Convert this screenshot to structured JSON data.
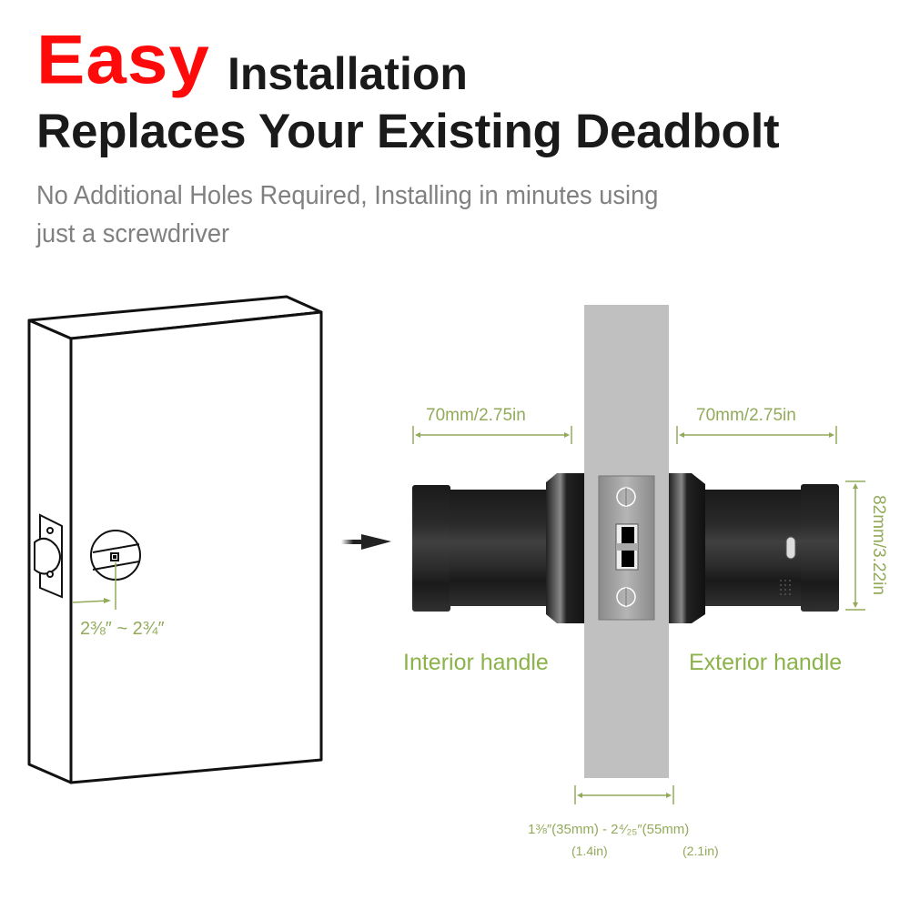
{
  "heading": {
    "highlight": "Easy",
    "title_rest": "Installation",
    "line2": "Replaces Your Existing Deadbolt"
  },
  "subtitle": {
    "line1": "No Additional Holes Required, Installing in minutes using",
    "line2": "just a screwdriver"
  },
  "door_diagram": {
    "backset_label": "2⅜″ ~ 2¾″"
  },
  "lock_diagram": {
    "interior_width_label": "70mm/2.75in",
    "exterior_width_label": "70mm/2.75in",
    "height_label": "82mm/3.22in",
    "interior_label": "Interior handle",
    "exterior_label": "Exterior handle",
    "door_thickness_line1": "1⅜″(35mm) - 2⁴⁄₂₅″(55mm)",
    "door_thickness_min_in": "(1.4in)",
    "door_thickness_max_in": "(2.1in)"
  },
  "colors": {
    "highlight_red": "#ff0a0a",
    "heading_black": "#1a1a1a",
    "subtitle_gray": "#808080",
    "dimension_green": "#92aa5a",
    "label_green": "#8bb34a",
    "door_slab_gray": "#c0c0c0"
  }
}
